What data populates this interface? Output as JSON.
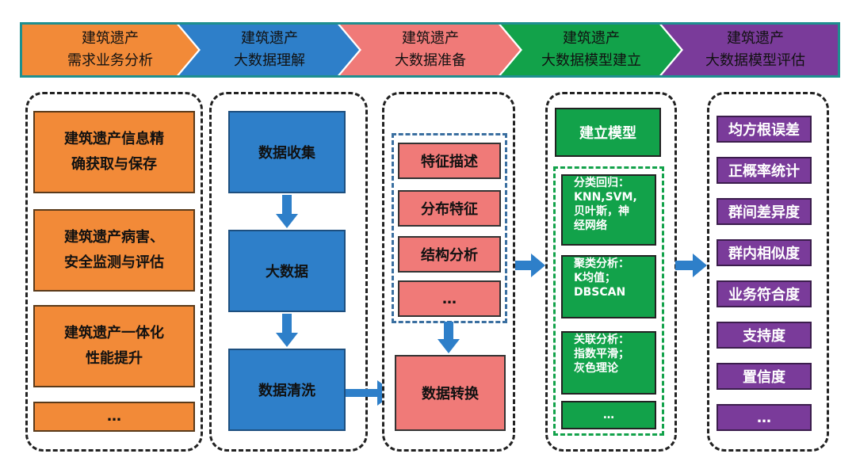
{
  "banner": {
    "stages": [
      {
        "line1": "建筑遗产",
        "line2": "需求业务分析",
        "color": "#f28a38"
      },
      {
        "line1": "建筑遗产",
        "line2": "大数据理解",
        "color": "#2e7fc9"
      },
      {
        "line1": "建筑遗产",
        "line2": "大数据准备",
        "color": "#f07a78"
      },
      {
        "line1": "建筑遗产",
        "line2": "大数据模型建立",
        "color": "#12a24a"
      },
      {
        "line1": "建筑遗产",
        "line2": "大数据模型评估",
        "color": "#7a3b9a"
      }
    ]
  },
  "col1": {
    "items": [
      {
        "line1": "建筑遗产信息精",
        "line2": "确获取与保存"
      },
      {
        "line1": "建筑遗产病害、",
        "line2": "安全监测与评估"
      },
      {
        "line1": "建筑遗产一体化",
        "line2": "性能提升"
      },
      {
        "line1": "…",
        "line2": ""
      }
    ]
  },
  "col2": {
    "items": [
      "数据收集",
      "大数据",
      "数据清洗"
    ]
  },
  "col3": {
    "items": [
      "特征描述",
      "分布特征",
      "结构分析",
      "…"
    ],
    "result": "数据转换"
  },
  "col4": {
    "top": "建立模型",
    "items": [
      {
        "lines": [
          "分类回归：",
          "KNN,SVM,",
          "贝叶斯，神",
          "经网络"
        ]
      },
      {
        "lines": [
          "聚类分析：",
          "K均值；",
          "DBSCAN"
        ]
      },
      {
        "lines": [
          "关联分析：",
          "指数平滑；",
          "灰色理论"
        ]
      },
      {
        "lines": [
          "…"
        ]
      }
    ]
  },
  "col5": {
    "items": [
      "均方根误差",
      "正概率统计",
      "群间差异度",
      "群内相似度",
      "业务符合度",
      "支持度",
      "置信度",
      "…"
    ]
  }
}
